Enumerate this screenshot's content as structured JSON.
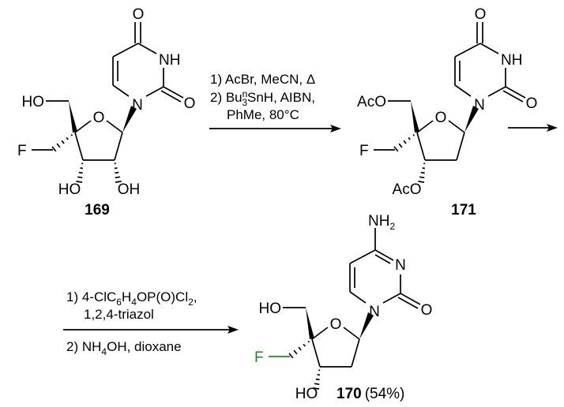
{
  "step1": {
    "line1": "1) AcBr, MeCN, Δ",
    "line2_a": "2) Bu",
    "line2_sup": "n",
    "line2_sub": "3",
    "line2_b": "SnH, AIBN,",
    "line3": "PhMe, 80°C"
  },
  "step2": {
    "line1_a": "1) 4-ClC",
    "line1_sub1": "6",
    "line1_b": "H",
    "line1_sub2": "4",
    "line1_c": "OP(O)Cl",
    "line1_sub3": "2",
    "line1_d": ",",
    "line2": "1,2,4-triazol",
    "line3_a": "2) NH",
    "line3_sub": "4",
    "line3_b": "OH, dioxane"
  },
  "compounds": {
    "c169": {
      "label": "169",
      "o4": "O",
      "n1": "N",
      "nh": "NH",
      "o_top": "O",
      "o_c2": "O",
      "ho5": "HO",
      "f": "F",
      "ho3": "HO",
      "oh2": "OH"
    },
    "c171": {
      "label": "171",
      "o4": "O",
      "n1": "N",
      "nh": "NH",
      "o_top": "O",
      "o_c2": "O",
      "aco5": "AcO",
      "f": "F",
      "aco3": "AcO"
    },
    "c170": {
      "label": "170",
      "yield": "(54%)",
      "o4": "O",
      "n1": "N",
      "n3": "N",
      "nh2": "NH",
      "nh2_sub": "2",
      "o_c2": "O",
      "ho5": "HO",
      "f": "F",
      "ho3": "HO"
    }
  },
  "colors": {
    "fluorine_highlight": "#1e8a1e"
  }
}
